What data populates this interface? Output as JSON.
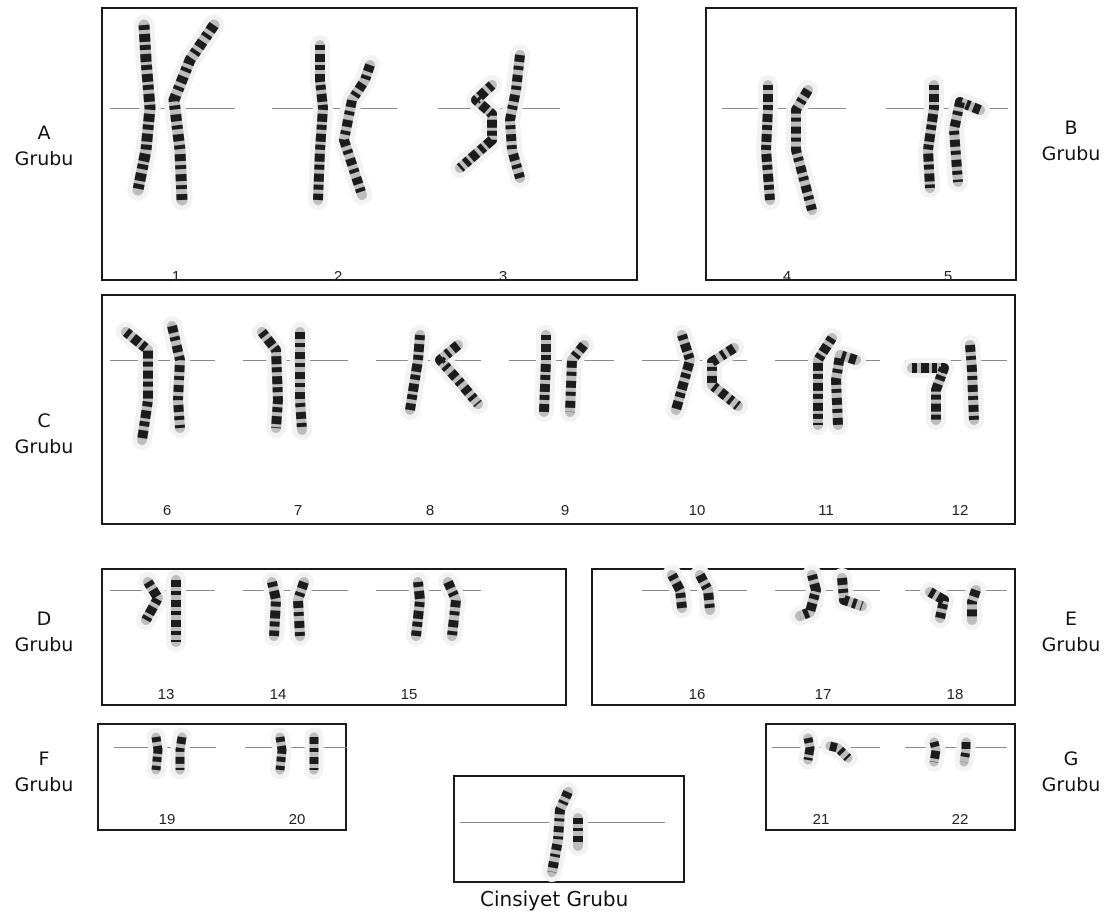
{
  "groups": [
    {
      "id": "A",
      "letter": "A",
      "word": "Grubu",
      "chromosomes": [
        "1",
        "2",
        "3"
      ]
    },
    {
      "id": "B",
      "letter": "B",
      "word": "Grubu",
      "chromosomes": [
        "4",
        "5"
      ]
    },
    {
      "id": "C",
      "letter": "C",
      "word": "Grubu",
      "chromosomes": [
        "6",
        "7",
        "8",
        "9",
        "10",
        "11",
        "12"
      ]
    },
    {
      "id": "D",
      "letter": "D",
      "word": "Grubu",
      "chromosomes": [
        "13",
        "14",
        "15"
      ]
    },
    {
      "id": "E",
      "letter": "E",
      "word": "Grubu",
      "chromosomes": [
        "16",
        "17",
        "18"
      ]
    },
    {
      "id": "F",
      "letter": "F",
      "word": "Grubu",
      "chromosomes": [
        "19",
        "20"
      ]
    },
    {
      "id": "G",
      "letter": "G",
      "word": "Grubu",
      "chromosomes": [
        "21",
        "22"
      ]
    }
  ],
  "sex_group_label": "Cinsiyet Grubu",
  "colors": {
    "border": "#1a1a1a",
    "chromosome_dark": "#1c1c1c",
    "chromosome_light": "#bdbdbd",
    "halo": "#f2f2f2",
    "centromere_line": "#8a8a8a"
  }
}
